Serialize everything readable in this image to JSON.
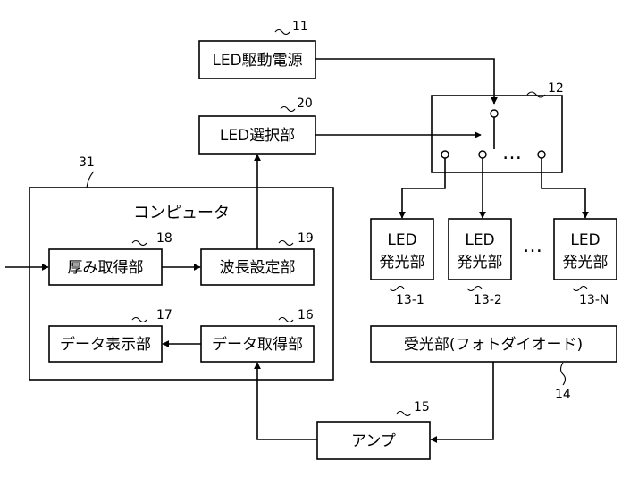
{
  "figure": {
    "computer_title": "コンピュータ",
    "boxes": {
      "led_power": {
        "label": "LED駆動電源",
        "ref": "11"
      },
      "switch": {
        "ref": "12",
        "dots": "…"
      },
      "led_select": {
        "label": "LED選択部",
        "ref": "20"
      },
      "thickness": {
        "label": "厚み取得部",
        "ref": "18"
      },
      "wavelength": {
        "label": "波長設定部",
        "ref": "19"
      },
      "data_display": {
        "label": "データ表示部",
        "ref": "17"
      },
      "data_acquire": {
        "label": "データ取得部",
        "ref": "16"
      },
      "receiver": {
        "label": "受光部(フォトダイオード)",
        "ref": "14"
      },
      "amplifier": {
        "label": "アンプ",
        "ref": "15"
      }
    },
    "computer_ref": "31",
    "led_units": [
      {
        "line1": "LED",
        "line2": "発光部",
        "ref": "13-1"
      },
      {
        "line1": "LED",
        "line2": "発光部",
        "ref": "13-2"
      },
      {
        "line1": "LED",
        "line2": "発光部",
        "ref": "13-N"
      }
    ],
    "led_ellipsis": "…"
  }
}
